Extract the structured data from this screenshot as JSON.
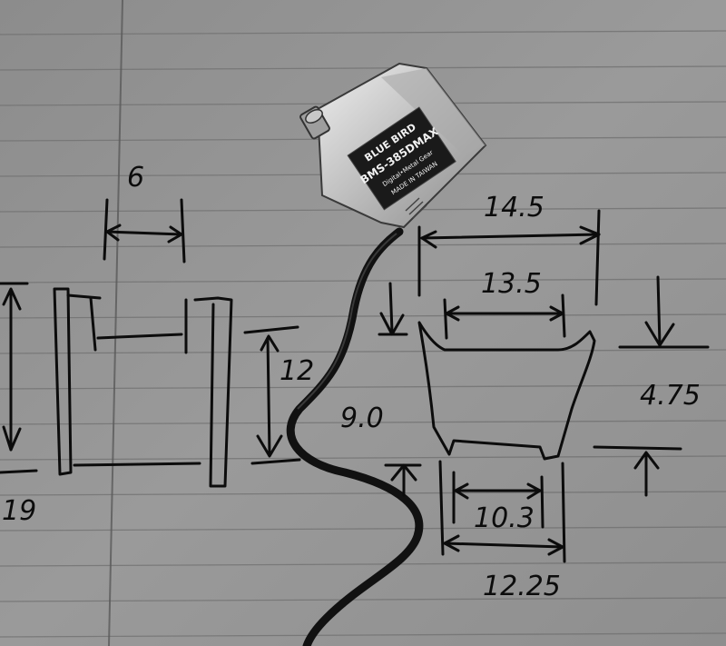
{
  "photo": {
    "subject": "servo on lined paper with hand-drawn dimensions",
    "servo_label": {
      "brand": "BLUE BIRD",
      "model": "BMS-385DMAX",
      "subtitle": "Digital•Metal Gear",
      "origin": "MADE IN TAIWAN"
    },
    "dimensions": {
      "d6": "6",
      "d12": "12",
      "d19": "19",
      "d9": "9.0",
      "d14_5": "14.5",
      "d13_5": "13.5",
      "d4_75": "4.75",
      "d10_3": "10.3",
      "d12_25": "12.25"
    },
    "colors": {
      "paper": "#8a8a8a",
      "ink": "#0c0c0c",
      "servo_body": "#d0d0d0",
      "label_bg": "#1a1a1a"
    }
  }
}
